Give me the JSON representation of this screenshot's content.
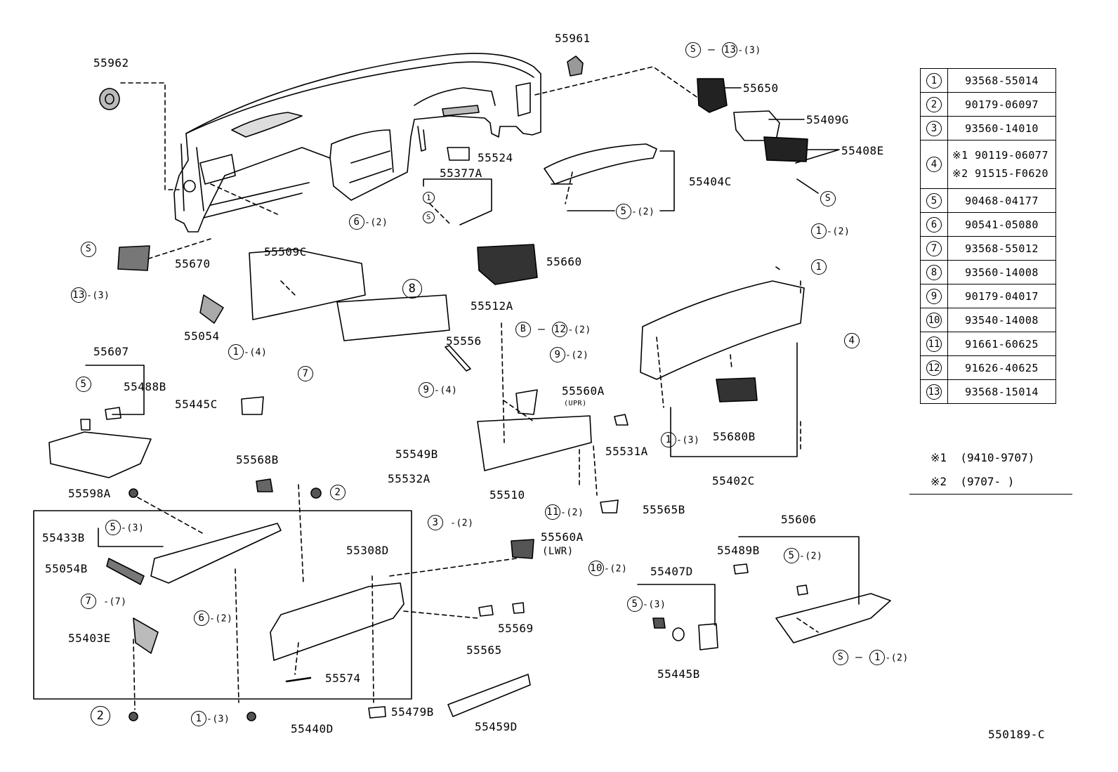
{
  "diagram_code": "550189-C",
  "parts": [
    {
      "name": "part-55962",
      "text": "55962"
    },
    {
      "name": "part-55961",
      "text": "55961"
    },
    {
      "name": "part-55650",
      "text": "55650"
    },
    {
      "name": "part-55409G",
      "text": "55409G"
    },
    {
      "name": "part-55408E",
      "text": "55408E"
    },
    {
      "name": "part-55524",
      "text": "55524"
    },
    {
      "name": "part-55377A",
      "text": "55377A"
    },
    {
      "name": "part-55404C",
      "text": "55404C"
    },
    {
      "name": "part-55670",
      "text": "55670"
    },
    {
      "name": "part-55509C",
      "text": "55509C"
    },
    {
      "name": "part-55660",
      "text": "55660"
    },
    {
      "name": "part-55512A",
      "text": "55512A"
    },
    {
      "name": "part-55054",
      "text": "55054"
    },
    {
      "name": "part-55556",
      "text": "55556"
    },
    {
      "name": "part-55607",
      "text": "55607"
    },
    {
      "name": "part-55488B",
      "text": "55488B"
    },
    {
      "name": "part-55445C",
      "text": "55445C"
    },
    {
      "name": "part-55560A-upr",
      "text": "55560A"
    },
    {
      "name": "part-55531A",
      "text": "55531A"
    },
    {
      "name": "part-55680B",
      "text": "55680B"
    },
    {
      "name": "part-55549B",
      "text": "55549B"
    },
    {
      "name": "part-55568B",
      "text": "55568B"
    },
    {
      "name": "part-55532A",
      "text": "55532A"
    },
    {
      "name": "part-55510",
      "text": "55510"
    },
    {
      "name": "part-55402C",
      "text": "55402C"
    },
    {
      "name": "part-55598A",
      "text": "55598A"
    },
    {
      "name": "part-55565B",
      "text": "55565B"
    },
    {
      "name": "part-55433B",
      "text": "55433B"
    },
    {
      "name": "part-55606",
      "text": "55606"
    },
    {
      "name": "part-55560A-lwr",
      "text": "55560A"
    },
    {
      "name": "part-55489B",
      "text": "55489B"
    },
    {
      "name": "part-55054B",
      "text": "55054B"
    },
    {
      "name": "part-55308D",
      "text": "55308D"
    },
    {
      "name": "part-55407D",
      "text": "55407D"
    },
    {
      "name": "part-55403E",
      "text": "55403E"
    },
    {
      "name": "part-55565",
      "text": "55565"
    },
    {
      "name": "part-55569",
      "text": "55569"
    },
    {
      "name": "part-55574",
      "text": "55574"
    },
    {
      "name": "part-55445B",
      "text": "55445B"
    },
    {
      "name": "part-55440D",
      "text": "55440D"
    },
    {
      "name": "part-55479B",
      "text": "55479B"
    },
    {
      "name": "part-55459D",
      "text": "55459D"
    }
  ],
  "sublabels": {
    "upr": "(UPR)",
    "lwr": "(LWR)"
  },
  "callouts": [
    {
      "name": "callout-s-13-top",
      "s": "S",
      "n": "13",
      "q": "-(3)"
    },
    {
      "name": "callout-s-55408e",
      "s": "S"
    },
    {
      "name": "callout-1-55408e",
      "n": "1",
      "q": "-(2)"
    },
    {
      "name": "callout-377a-1",
      "n": "1"
    },
    {
      "name": "callout-377a-s",
      "s": "S"
    },
    {
      "name": "callout-5-55404c",
      "n": "5",
      "q": "-(2)"
    },
    {
      "name": "callout-s-55670",
      "s": "S"
    },
    {
      "name": "callout-13-55670",
      "n": "13",
      "q": "-(3)"
    },
    {
      "name": "callout-6-top",
      "n": "6",
      "q": "-(2)"
    },
    {
      "name": "callout-8",
      "n": "8"
    },
    {
      "name": "callout-1-55509c",
      "n": "1",
      "q": "-(4)"
    },
    {
      "name": "callout-7-55509c",
      "n": "7"
    },
    {
      "name": "callout-1-55402c-top",
      "n": "1"
    },
    {
      "name": "callout-4-55402c",
      "n": "4"
    },
    {
      "name": "callout-b-12",
      "s": "B",
      "n": "12",
      "q": "-(2)"
    },
    {
      "name": "callout-9-upper",
      "n": "9",
      "q": "-(2)"
    },
    {
      "name": "callout-9-lower",
      "n": "9",
      "q": "-(4)"
    },
    {
      "name": "callout-5-55607",
      "n": "5"
    },
    {
      "name": "callout-1-55402c-bottom",
      "n": "1",
      "q": "-(3)"
    },
    {
      "name": "callout-11",
      "n": "11",
      "q": "-(2)"
    },
    {
      "name": "callout-2-box",
      "n": "2"
    },
    {
      "name": "callout-5-55433b",
      "n": "5",
      "q": "-(3)"
    },
    {
      "name": "callout-3",
      "n": "3",
      "q": "-(2)"
    },
    {
      "name": "callout-5-55606",
      "n": "5",
      "q": "-(2)"
    },
    {
      "name": "callout-10",
      "n": "10",
      "q": "-(2)"
    },
    {
      "name": "callout-7-box",
      "n": "7",
      "q": "-(7)"
    },
    {
      "name": "callout-6-box",
      "n": "6",
      "q": "-(2)"
    },
    {
      "name": "callout-5-55407d",
      "n": "5",
      "q": "-(3)"
    },
    {
      "name": "callout-s-1-55606",
      "s": "S",
      "n": "1",
      "q": "-(2)"
    },
    {
      "name": "callout-2-bottom",
      "n": "2"
    },
    {
      "name": "callout-1-bottom",
      "n": "1",
      "q": "-(3)"
    }
  ],
  "ref_table": [
    {
      "key": "1",
      "codes": [
        "93568-55014"
      ]
    },
    {
      "key": "2",
      "codes": [
        "90179-06097"
      ]
    },
    {
      "key": "3",
      "codes": [
        "93560-14010"
      ]
    },
    {
      "key": "4",
      "codes": [
        "※1 90119-06077",
        "※2 91515-F0620"
      ]
    },
    {
      "key": "5",
      "codes": [
        "90468-04177"
      ]
    },
    {
      "key": "6",
      "codes": [
        "90541-05080"
      ]
    },
    {
      "key": "7",
      "codes": [
        "93568-55012"
      ]
    },
    {
      "key": "8",
      "codes": [
        "93560-14008"
      ]
    },
    {
      "key": "9",
      "codes": [
        "90179-04017"
      ]
    },
    {
      "key": "10",
      "codes": [
        "93540-14008"
      ]
    },
    {
      "key": "11",
      "codes": [
        "91661-60625"
      ]
    },
    {
      "key": "12",
      "codes": [
        "91626-40625"
      ]
    },
    {
      "key": "13",
      "codes": [
        "93568-15014"
      ]
    }
  ],
  "notes": [
    {
      "mark": "※1",
      "text": "(9410-9707)"
    },
    {
      "mark": "※2",
      "text": "(9707-      )"
    }
  ]
}
